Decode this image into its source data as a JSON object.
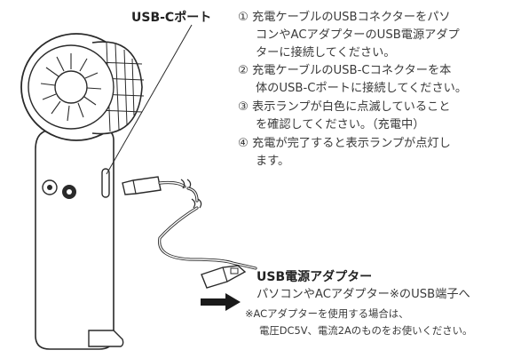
{
  "labels": {
    "usbc_port": "USB-Cポート"
  },
  "steps": [
    {
      "lines": [
        "① 充電ケーブルのUSBコネクターをパソ",
        "コンやACアダプターのUSB電源アダプ",
        "ターに接続してください。"
      ]
    },
    {
      "lines": [
        "② 充電ケーブルのUSB-Cコネクターを本",
        "体のUSB-Cポートに接続してください。"
      ]
    },
    {
      "lines": [
        "③ 表示ランプが白色に点滅していること",
        "を確認してください。（充電中）"
      ]
    },
    {
      "lines": [
        "④ 充電が完了すると表示ランプが点灯し",
        "ます。"
      ]
    }
  ],
  "adapter": {
    "title": "USB電源アダプター",
    "description": "パソコンやACアダプター※のUSB端子へ",
    "note_line1": "※ACアダプターを使用する場合は、",
    "note_line2": "電圧DC5V、電流2Aのものをお使いください。"
  }
}
